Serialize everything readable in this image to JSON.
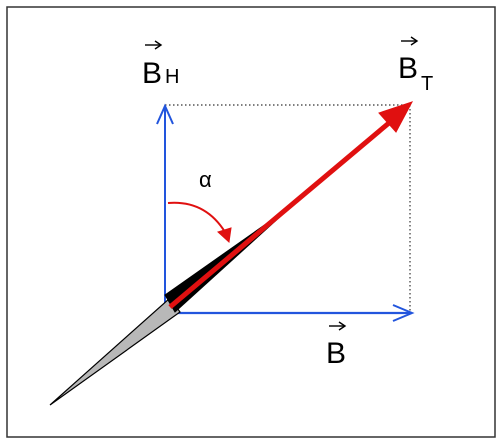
{
  "labels": {
    "horizontal_field": "B",
    "horizontal_field_sub": "",
    "vertical_field": "B",
    "vertical_field_sub": "H",
    "total_field": "B",
    "total_field_sub": "T",
    "angle": "α"
  },
  "colors": {
    "horizontal_vector": "#2255dd",
    "vertical_vector": "#2255dd",
    "total_vector": "#e01010",
    "angle_arc": "#e01010",
    "needle_dark": "#000000",
    "needle_light": "#b8b8b8",
    "frame": "#333333",
    "dotted_lines": "#333333"
  },
  "icons": {
    "vector_arrow_over_letter": "right-arrow-icon"
  }
}
